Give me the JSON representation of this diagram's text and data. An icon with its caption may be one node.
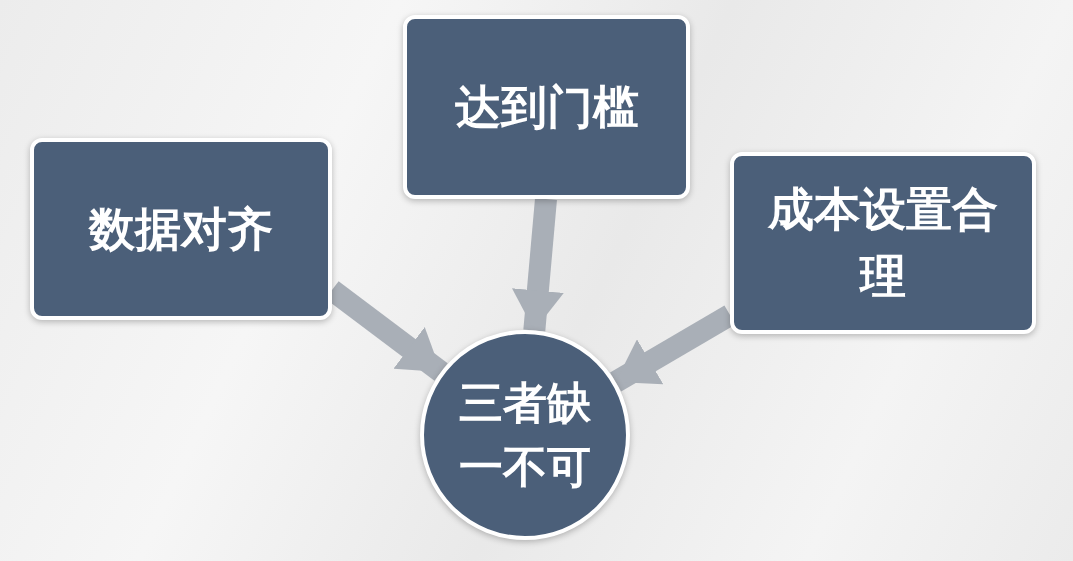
{
  "diagram": {
    "nodes": [
      {
        "text": [
          "数据对齐"
        ]
      },
      {
        "text": [
          "达到门槛"
        ]
      },
      {
        "text": [
          "成本设置合理"
        ]
      },
      {
        "text": [
          "三者缺一不可"
        ]
      }
    ],
    "edges": [
      {
        "from": 0,
        "to": 3,
        "arrow": "to"
      },
      {
        "from": 1,
        "to": 3,
        "arrow": "to"
      },
      {
        "from": 2,
        "to": 3,
        "arrow": "to"
      }
    ]
  }
}
